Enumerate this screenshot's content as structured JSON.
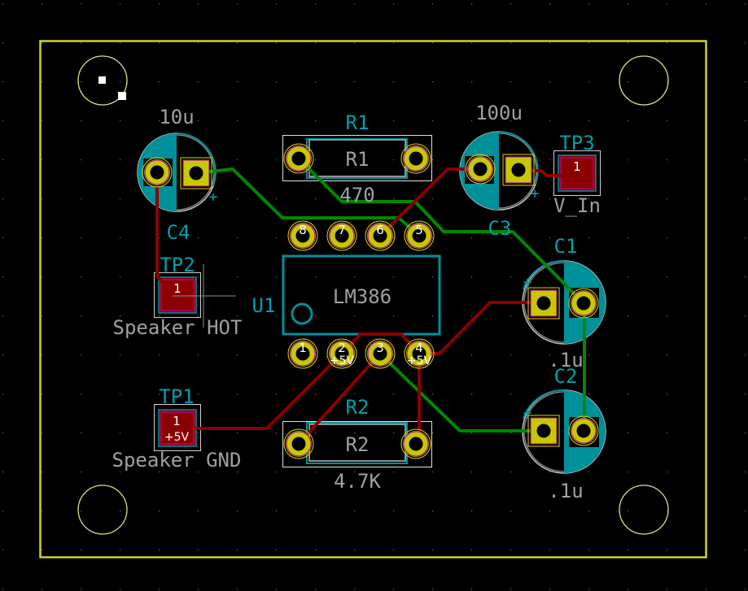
{
  "window": {
    "title": "KiCad PCB Editor"
  },
  "colors": {
    "background": "#000000",
    "board_edge": "#d0d030",
    "front_copper": "#8b0000",
    "back_copper": "#008800",
    "pad": "#c8c800",
    "silkscreen": "#a0a0a0",
    "reference": "#00a0a8",
    "courtyard": "#00909a",
    "fab_outline": "#ffffff"
  },
  "components": {
    "C4": {
      "ref": "C4",
      "value": "10u",
      "plus": "+"
    },
    "C3": {
      "ref": "C3",
      "value": "100u",
      "plus": "+"
    },
    "C1": {
      "ref": "C1",
      "value": ".1u",
      "plus": "+"
    },
    "C2": {
      "ref": "C2",
      "value": ".1u",
      "plus": "+"
    },
    "R1": {
      "ref": "R1",
      "value": "470",
      "body_label": "R1"
    },
    "R2": {
      "ref": "R2",
      "value": "4.7K",
      "body_label": "R2"
    },
    "U1": {
      "ref": "U1",
      "value": "LM386",
      "top_pins": [
        "8",
        "7",
        "6",
        "5"
      ],
      "bottom_pins": [
        "1",
        "2",
        "3",
        "4"
      ],
      "pin_nets": {
        "2": "+5V",
        "4": "+5V"
      }
    },
    "TP1": {
      "ref": "TP1",
      "value": "Speaker GND",
      "pad_num": "1",
      "pad_net": "+5V"
    },
    "TP2": {
      "ref": "TP2",
      "value": "Speaker HOT",
      "pad_num": "1"
    },
    "TP3": {
      "ref": "TP3",
      "value": "V_In",
      "pad_num": "1"
    }
  }
}
